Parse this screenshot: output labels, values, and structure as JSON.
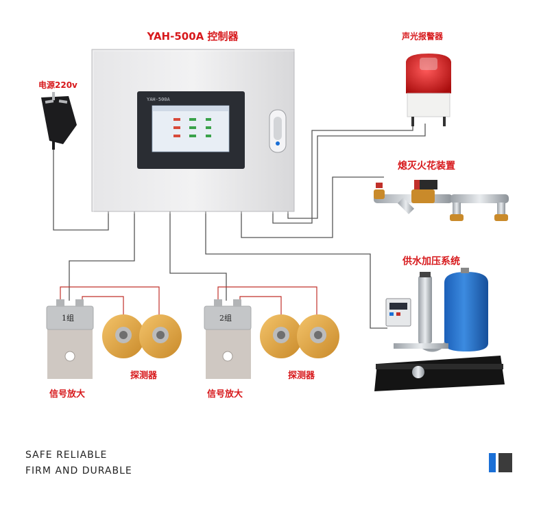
{
  "controller": {
    "title": "YAH-500A 控制器",
    "screen_label": "YAH-500A"
  },
  "power": {
    "label": "电源220v"
  },
  "alarm": {
    "label": "声光报警器"
  },
  "extinguisher": {
    "label": "熄灭火花装置"
  },
  "pump": {
    "label": "供水加压系统"
  },
  "group1": {
    "box_label": "1组",
    "amp_label": "信号放大",
    "detector_label": "探测器"
  },
  "group2": {
    "box_label": "2组",
    "amp_label": "信号放大",
    "detector_label": "探测器"
  },
  "footer": {
    "line1": "SAFE RELIABLE",
    "line2": "FIRM AND DURABLE"
  },
  "colors": {
    "label_red": "#d7191c",
    "wire_gray": "#555555",
    "wire_red": "#c0302a",
    "brand_blue": "#1a6fd6",
    "brand_gray": "#3b3b3b"
  }
}
